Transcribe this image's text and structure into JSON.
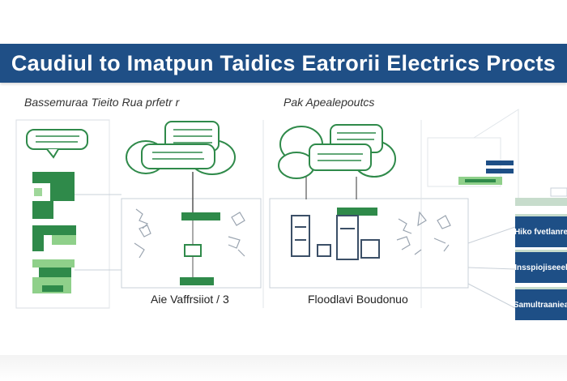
{
  "header": {
    "title": "Caudiul to Imatpun Taidics Eatrorii Electrics Procts"
  },
  "panels": {
    "left_heading": "Bassemuraa Tieito Rua prfetr r",
    "right_heading": "Pak Apealepoutcs",
    "left_caption": "Aie Vaffrsiiot / 3",
    "right_caption": "Floodlavi Boudonuo"
  },
  "side_boxes": [
    {
      "label": "Hiko fvetlanre"
    },
    {
      "label": "Insspiojiseeel"
    },
    {
      "label": "Samultraaniea"
    }
  ],
  "colors": {
    "banner": "#1f4f86",
    "green": "#2f8a4a",
    "light_green": "#8fd08a",
    "blue": "#1e4f86"
  }
}
